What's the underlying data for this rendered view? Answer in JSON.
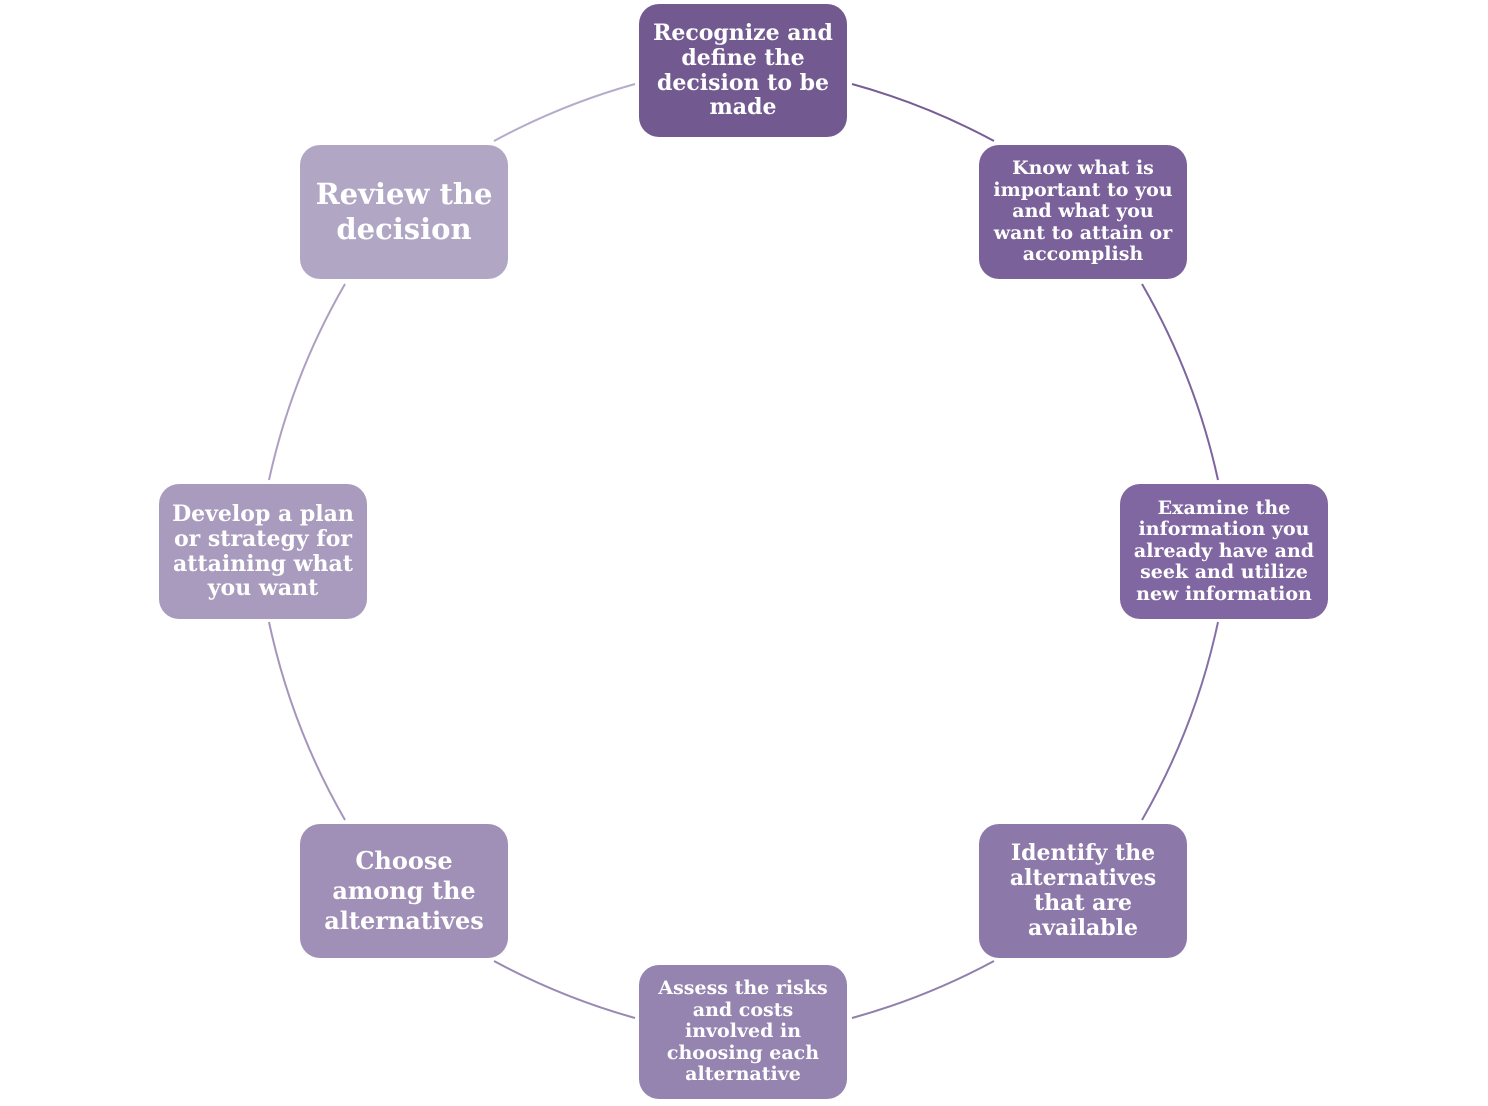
{
  "diagram": {
    "type": "cycle",
    "steps": [
      {
        "id": "step-1",
        "label": "Recognize and define the decision to be made",
        "color": "#725a91"
      },
      {
        "id": "step-2",
        "label": "Know what is important to you and what you want to attain or accomplish",
        "color": "#7a619a"
      },
      {
        "id": "step-3",
        "label": "Examine the information you already have and seek and utilize new information",
        "color": "#8067a1"
      },
      {
        "id": "step-4",
        "label": "Identify the alternatives that are available",
        "color": "#8c79aa"
      },
      {
        "id": "step-5",
        "label": "Assess the risks and costs involved in choosing each alternative",
        "color": "#9583b0"
      },
      {
        "id": "step-6",
        "label": "Choose among the alternatives",
        "color": "#a08fb6"
      },
      {
        "id": "step-7",
        "label": "Develop a plan or strategy for attaining what you want",
        "color": "#a99bbd"
      },
      {
        "id": "step-8",
        "label": "Review the decision",
        "color": "#b1a7c4"
      }
    ],
    "connector_colors": [
      "#765e95",
      "#7d649d",
      "#8670a6",
      "#9080ac",
      "#9a89b3",
      "#a595ba",
      "#ad9fc1",
      "#b6abc9"
    ]
  }
}
